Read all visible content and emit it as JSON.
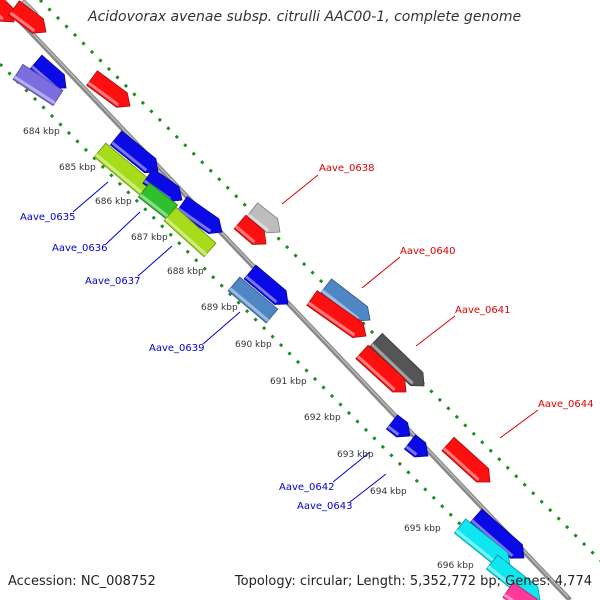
{
  "title": "Acidovorax avenae subsp. citrulli AAC00-1, complete genome",
  "accession": "Accession: NC_008752",
  "summary": "Topology: circular; Length: 5,352,772 bp; Genes: 4,774",
  "ticks": [
    "684 kbp",
    "685 kbp",
    "686 kbp",
    "687 kbp",
    "688 kbp",
    "689 kbp",
    "690 kbp",
    "691 kbp",
    "692 kbp",
    "693 kbp",
    "694 kbp",
    "695 kbp",
    "696 kbp"
  ],
  "colors": {
    "backbone": "#8a8a8a",
    "track_dots": "#1e8c1e",
    "label_forward": "#dd0000",
    "label_reverse": "#0000cc",
    "red": "#ff1010",
    "blue": "#0a0ae6",
    "gray": "#bdbdbd",
    "steelblue": "#4f86c6",
    "darkgray": "#555555",
    "green_light": "#a6dc1a",
    "green_mid": "#2fbf2f",
    "purple": "#7c6ee0",
    "cyan": "#10e6f0",
    "pink": "#ff3a9a"
  },
  "labels": [
    {
      "text": "Aave_0635",
      "color": "blue"
    },
    {
      "text": "Aave_0636",
      "color": "blue"
    },
    {
      "text": "Aave_0637",
      "color": "blue"
    },
    {
      "text": "Aave_0638",
      "color": "red"
    },
    {
      "text": "Aave_0639",
      "color": "blue"
    },
    {
      "text": "Aave_0640",
      "color": "red"
    },
    {
      "text": "Aave_0641",
      "color": "red"
    },
    {
      "text": "Aave_0642",
      "color": "blue"
    },
    {
      "text": "Aave_0643",
      "color": "blue"
    },
    {
      "text": "Aave_0644",
      "color": "red"
    }
  ]
}
